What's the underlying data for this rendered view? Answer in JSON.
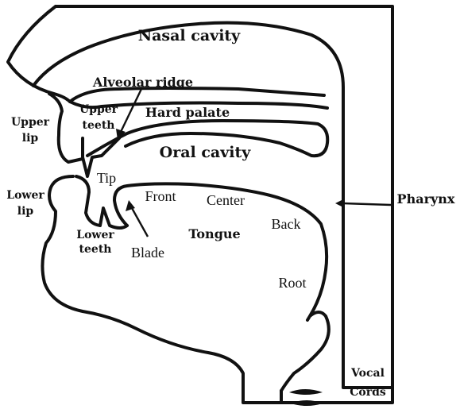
{
  "labels": {
    "nasal_cavity": "Nasal cavity",
    "alveolar_ridge": "Alveolar ridge",
    "hard_palate": "Hard palate",
    "oral_cavity": "Oral cavity",
    "upper_lip_line1": "Upper",
    "upper_lip_line2": "lip",
    "upper_teeth_line1": "Upper",
    "upper_teeth_line2": "teeth",
    "lower_lip_line1": "Lower",
    "lower_lip_line2": "lip",
    "lower_teeth_line1": "Lower",
    "lower_teeth_line2": "teeth",
    "tip": "Tip",
    "blade": "Blade",
    "front": "Front",
    "center": "Center",
    "back": "Back",
    "root": "Root",
    "tongue": "Tongue",
    "pharynx": "Pharynx",
    "vocal_line1": "Vocal",
    "vocal_line2": "Cords"
  },
  "colors": {
    "ink": "#111111",
    "background": "#ffffff"
  }
}
